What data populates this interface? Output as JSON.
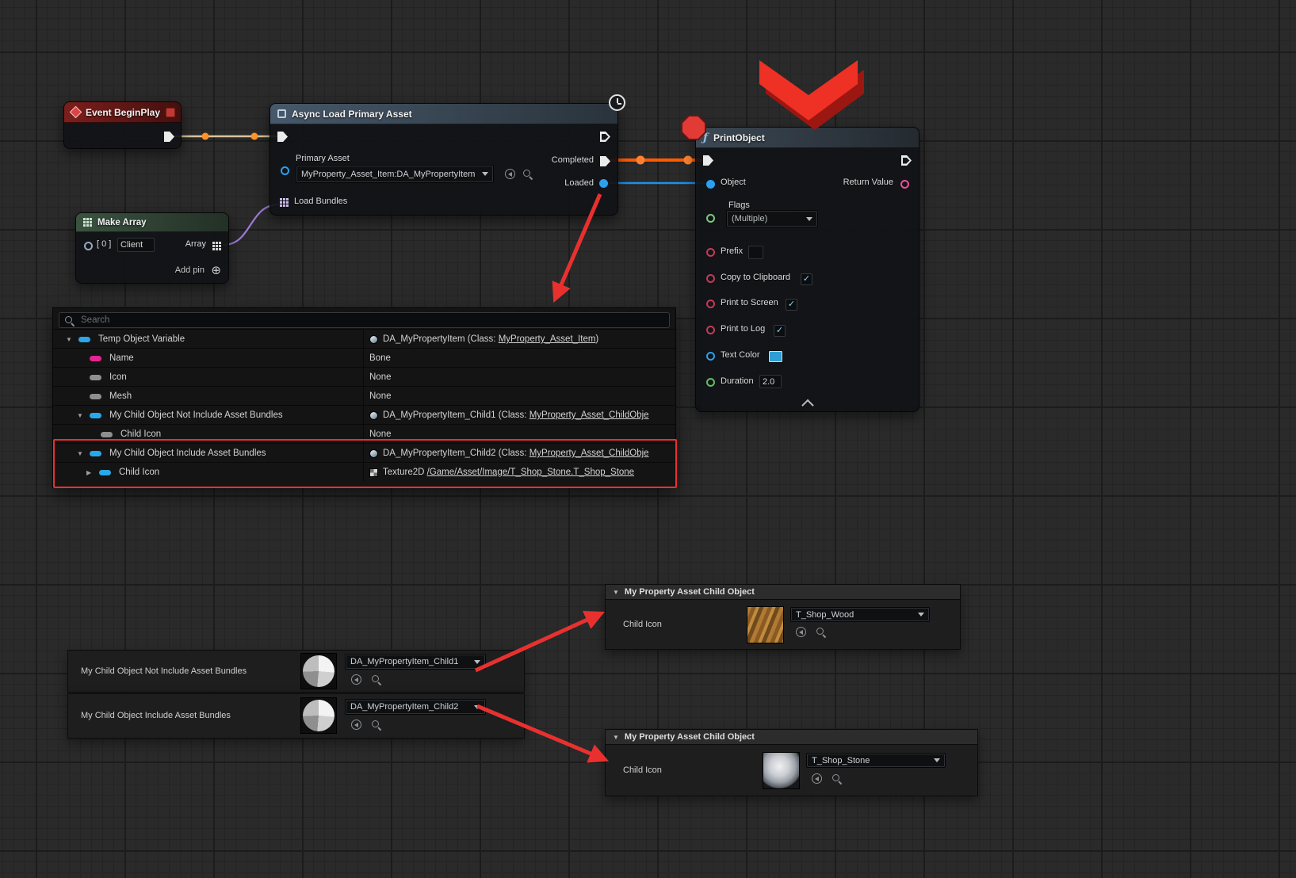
{
  "icons": {
    "check": "✓",
    "tree_expanded": "▼",
    "tree_collapsed": "▶",
    "details_arrow": "▼",
    "add_pin_plus": "⊕",
    "function_f": "ƒ"
  },
  "graph": {
    "event_node": {
      "title": "Event BeginPlay"
    },
    "async_node": {
      "title": "Async Load Primary Asset",
      "primary_asset_label": "Primary Asset",
      "primary_asset_value": "MyProperty_Asset_Item:DA_MyPropertyItem",
      "load_bundles_label": "Load Bundles",
      "completed_label": "Completed",
      "loaded_label": "Loaded"
    },
    "make_array_node": {
      "title": "Make Array",
      "index_label": "[ 0 ]",
      "index_value": "Client",
      "array_label": "Array",
      "add_pin_label": "Add pin"
    },
    "print_node": {
      "title": "PrintObject",
      "object_label": "Object",
      "return_value_label": "Return Value",
      "flags_label": "Flags",
      "flags_value": "(Multiple)",
      "prefix_label": "Prefix",
      "copy_to_clipboard_label": "Copy to Clipboard",
      "print_to_screen_label": "Print to Screen",
      "print_to_log_label": "Print to Log",
      "text_color_label": "Text Color",
      "duration_label": "Duration",
      "duration_value": "2.0"
    }
  },
  "watch_panel": {
    "search_placeholder": "Search",
    "rows": [
      {
        "label": "Temp Object Variable",
        "value_prefix": "DA_MyPropertyItem (Class: ",
        "value_link": "MyProperty_Asset_Item",
        "value_suffix": ")"
      },
      {
        "label": "Name",
        "value": "Bone"
      },
      {
        "label": "Icon",
        "value": "None"
      },
      {
        "label": "Mesh",
        "value": "None"
      },
      {
        "label": "My Child Object Not Include Asset Bundles",
        "value_prefix": "DA_MyPropertyItem_Child1 (Class: ",
        "value_link": "MyProperty_Asset_ChildObje",
        "value_suffix": ""
      },
      {
        "label": "Child Icon",
        "value": "None"
      },
      {
        "label": "My Child Object Include Asset Bundles",
        "value_prefix": "DA_MyPropertyItem_Child2 (Class: ",
        "value_link": "MyProperty_Asset_ChildObje",
        "value_suffix": ""
      },
      {
        "label": "Child Icon",
        "value_prefix": "Texture2D ",
        "value_link": "/Game/Asset/Image/T_Shop_Stone.T_Shop_Stone",
        "value_suffix": ""
      }
    ]
  },
  "details": {
    "wood_panel": {
      "title": "My Property Asset Child Object",
      "row_label": "Child Icon",
      "asset_value": "T_Shop_Wood"
    },
    "stone_panel": {
      "title": "My Property Asset Child Object",
      "row_label": "Child Icon",
      "asset_value": "T_Shop_Stone"
    },
    "object_rows": [
      {
        "label": "My Child Object Not Include Asset Bundles",
        "asset_value": "DA_MyPropertyItem_Child1"
      },
      {
        "label": "My Child Object Include Asset Bundles",
        "asset_value": "DA_MyPropertyItem_Child2"
      }
    ]
  },
  "colors": {
    "annotation_red": "#e8312f",
    "exec_wire_orange": "#ff5a00",
    "object_wire_blue": "#1f8fe8",
    "array_wire_purple": "#9b7bd4"
  }
}
